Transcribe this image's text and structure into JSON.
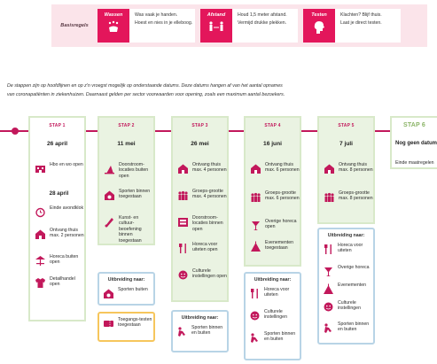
{
  "rules": {
    "title": "Basisregels",
    "items": [
      {
        "label": "Wassen",
        "lines": [
          "Was vaak je handen.",
          "Hoest en nies in je elleboog."
        ],
        "icon": "hand-wash-icon"
      },
      {
        "label": "Afstand",
        "lines": [
          "Houd 1,5 meter afstand.",
          "Vermijd drukke plekken."
        ],
        "icon": "distance-icon"
      },
      {
        "label": "Testen",
        "lines": [
          "Klachten? Blijf thuis.",
          "Laat je direct testen."
        ],
        "icon": "test-icon"
      }
    ]
  },
  "intro": {
    "line1": "De stappen zijn op hoofdlijnen en op z'n vroegst mogelijk op onderstaande datums. Deze datums hangen af van het aantal opnames",
    "line2": "van coronapatiënten in ziekenhuizen. Daarnaast gelden per sector voorwaarden voor opening, zoals een maximum aantal bezoekers."
  },
  "colors": {
    "accent": "#c2185b",
    "green": "#8bb467",
    "pink_bg": "#fbe4ea"
  },
  "steps": [
    {
      "label": "STAP 1",
      "date": "26 april",
      "cards": [
        {
          "icon": "school-icon",
          "text": "Hbo en wo open"
        }
      ],
      "sub_date": "28 april",
      "sub_cards": [
        {
          "icon": "alarm-clock-icon",
          "text": "Einde avondklok"
        },
        {
          "icon": "house-icon",
          "text": "Ontvang thuis max. 2 personen"
        },
        {
          "icon": "terrace-icon",
          "text": "Horeca buiten open"
        },
        {
          "icon": "shirt-icon",
          "text": "Detailhandel open"
        }
      ]
    },
    {
      "label": "STAP 2",
      "date": "11 mei",
      "cards": [
        {
          "icon": "tree-icon",
          "text": "Doorstroom-locaties buiten open"
        },
        {
          "icon": "sports-icon",
          "text": "Sporten binnen toegestaan"
        },
        {
          "icon": "culture-icon",
          "text": "Kunst- en cultuur-beoefening binnen toegestaan"
        }
      ],
      "ext_heading": "Uitbreiding naar:",
      "ext_cards": [
        {
          "icon": "sports-icon",
          "text": "Sporten buiten"
        }
      ],
      "extra_card": {
        "icon": "ticket-icon",
        "text": "Toegangs-testen toegestaan"
      }
    },
    {
      "label": "STAP 3",
      "date": "26 mei",
      "cards": [
        {
          "icon": "house-icon",
          "text": "Ontvang thuis max. 4 personen"
        },
        {
          "icon": "group-icon",
          "text": "Groeps-grootte max. 4 personen"
        },
        {
          "icon": "tree-icon",
          "text": "Doorstroom-locaties binnen open"
        },
        {
          "icon": "horeca-icon",
          "text": "Horeca voor uiteten open"
        },
        {
          "icon": "culture-icon",
          "text": "Culturele instellingen open"
        }
      ],
      "ext_heading": "Uitbreiding naar:",
      "ext_cards": [
        {
          "icon": "sports-icon",
          "text": "Sporten binnen en buiten"
        }
      ]
    },
    {
      "label": "STAP 4",
      "date": "16 juni",
      "cards": [
        {
          "icon": "house-icon",
          "text": "Ontvang thuis max. 6 personen"
        },
        {
          "icon": "group-icon",
          "text": "Groeps-grootte max. 6 personen"
        },
        {
          "icon": "horeca-icon",
          "text": "Overige horeca open"
        },
        {
          "icon": "event-icon",
          "text": "Evenementen toegestaan"
        }
      ],
      "ext_heading": "Uitbreiding naar:",
      "ext_cards": [
        {
          "icon": "horeca-icon",
          "text": "Horeca voor uiteten"
        },
        {
          "icon": "culture-icon",
          "text": "Culturele instellingen"
        },
        {
          "icon": "sports-icon",
          "text": "Sporten binnen en buiten"
        }
      ]
    },
    {
      "label": "STAP 5",
      "date": "7 juli",
      "cards": [
        {
          "icon": "house-icon",
          "text": "Ontvang thuis max. 8 personen"
        },
        {
          "icon": "group-icon",
          "text": "Groeps-grootte max. 8 personen"
        }
      ],
      "ext_heading": "Uitbreiding naar:",
      "ext_cards": [
        {
          "icon": "horeca-icon",
          "text": "Horeca voor uiteten"
        },
        {
          "icon": "horeca-icon",
          "text": "Overige horeca"
        },
        {
          "icon": "event-icon",
          "text": "Evenementen"
        },
        {
          "icon": "culture-icon",
          "text": "Culturele instellingen"
        },
        {
          "icon": "sports-icon",
          "text": "Sporten binnen en buiten"
        }
      ]
    },
    {
      "label": "STAP 6",
      "date": "Nog geen datum",
      "cards": [
        {
          "icon": "",
          "text": "Einde maatregelen"
        }
      ]
    }
  ]
}
